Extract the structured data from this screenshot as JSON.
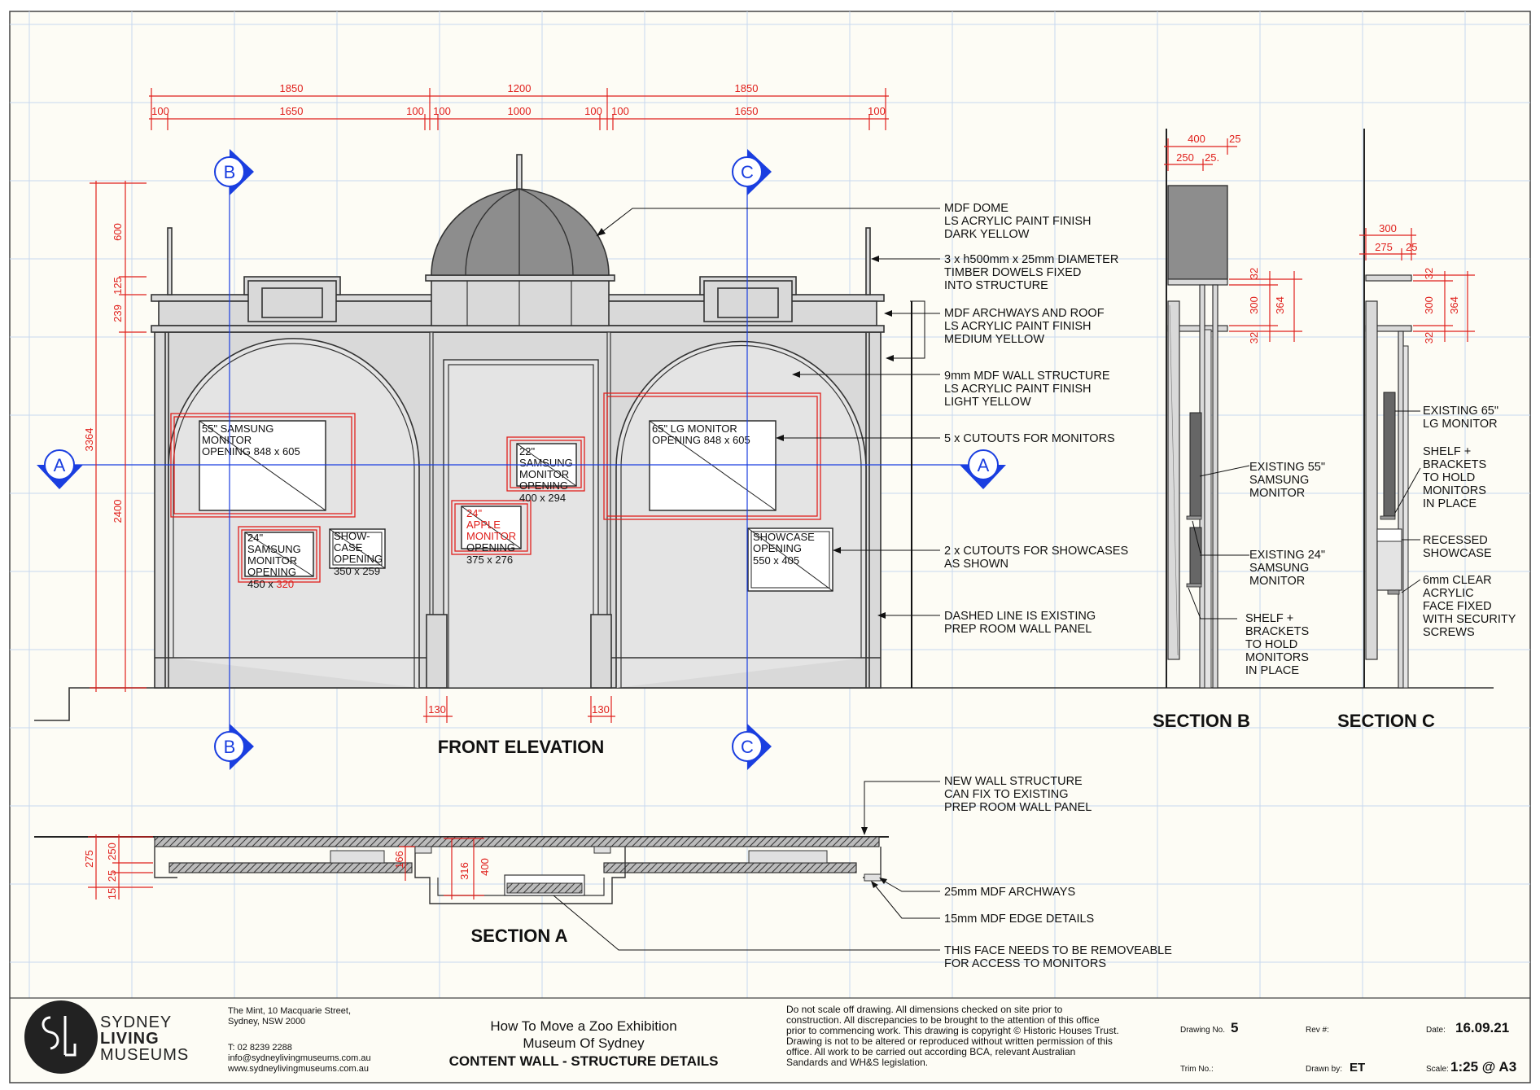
{
  "dimensions": {
    "top_row1": [
      "1850",
      "1200",
      "1850"
    ],
    "top_row2": [
      "100",
      "1650",
      "100",
      "100",
      "1000",
      "100",
      "100",
      "1650",
      "100"
    ],
    "left_outer": "3364",
    "left_inner": [
      "600",
      "125",
      "239",
      "2400"
    ],
    "bottom": [
      "130",
      "130"
    ],
    "section_b": [
      "400",
      "25",
      "250",
      "25.",
      "32",
      "300",
      "32",
      "364"
    ],
    "section_c": [
      "300",
      "275",
      "25",
      "32",
      "300",
      "32",
      "364"
    ],
    "section_a": [
      "275",
      "250",
      "25",
      "15",
      "166",
      "316",
      "400"
    ]
  },
  "grid_markers": {
    "a": "A",
    "b": "B",
    "c": "C"
  },
  "openings": {
    "o1": [
      "55\" SAMSUNG",
      "MONITOR",
      "OPENING 848 x 605"
    ],
    "o2": [
      "24\"",
      "SAMSUNG",
      "MONITOR",
      "OPENING"
    ],
    "o2_size_a": "450 x ",
    "o2_size_b": "320",
    "o3": [
      "SHOW-",
      "CASE",
      "OPENING",
      "350 x 259"
    ],
    "o4": [
      "22\"",
      "SAMSUNG",
      "MONITOR",
      "OPENING",
      "400 x 294"
    ],
    "o5": [
      "24\"",
      "APPLE",
      "MONITOR"
    ],
    "o5_b": [
      "OPENING",
      "375 x 276"
    ],
    "o6": [
      "65\" LG MONITOR",
      "OPENING 848 x 605"
    ],
    "o7": [
      "SHOWCASE",
      "OPENING",
      "550 x 405"
    ]
  },
  "notes": [
    [
      "MDF DOME",
      "LS ACRYLIC PAINT FINISH",
      "DARK YELLOW"
    ],
    [
      "3 x h500mm x 25mm DIAMETER",
      "TIMBER DOWELS FIXED",
      "INTO STRUCTURE"
    ],
    [
      "MDF ARCHWAYS AND ROOF",
      "LS ACRYLIC PAINT FINISH",
      "MEDIUM YELLOW"
    ],
    [
      "9mm MDF WALL STRUCTURE",
      "LS ACRYLIC PAINT FINISH",
      "LIGHT YELLOW"
    ],
    [
      "5 x CUTOUTS FOR MONITORS"
    ],
    [
      "2 x CUTOUTS FOR SHOWCASES",
      "AS SHOWN"
    ],
    [
      "DASHED LINE IS EXISTING",
      "PREP ROOM WALL PANEL"
    ]
  ],
  "section_b_notes": [
    [
      "EXISTING 55\"",
      "SAMSUNG",
      "MONITOR"
    ],
    [
      "EXISTING 24\"",
      "SAMSUNG",
      "MONITOR"
    ],
    [
      "SHELF +",
      "BRACKETS",
      "TO HOLD",
      "MONITORS",
      "IN PLACE"
    ]
  ],
  "section_c_notes": [
    [
      "EXISTING 65\"",
      "LG MONITOR"
    ],
    [
      "SHELF +",
      "BRACKETS",
      "TO HOLD",
      "MONITORS",
      "IN PLACE"
    ],
    [
      "RECESSED",
      "SHOWCASE"
    ],
    [
      "6mm CLEAR",
      "ACRYLIC",
      "FACE FIXED",
      "WITH SECURITY",
      "SCREWS"
    ]
  ],
  "section_a_notes": [
    [
      "NEW WALL STRUCTURE",
      "CAN FIX TO EXISTING",
      "PREP ROOM WALL PANEL"
    ],
    [
      "25mm MDF ARCHWAYS"
    ],
    [
      "15mm MDF EDGE DETAILS"
    ],
    [
      "THIS FACE NEEDS TO BE REMOVEABLE",
      "FOR ACCESS TO MONITORS"
    ]
  ],
  "titles": {
    "front": "FRONT ELEVATION",
    "sec_b": "SECTION B",
    "sec_c": "SECTION C",
    "sec_a": "SECTION A"
  },
  "title_block": {
    "logo": [
      "SYDNEY",
      "LIVING",
      "MUSEUMS"
    ],
    "address": [
      "The Mint, 10 Macquarie Street,",
      "Sydney, NSW 2000"
    ],
    "contact": [
      "T: 02 8239 2288",
      "info@sydneylivingmuseums.com.au",
      "www.sydneylivingmuseums.com.au"
    ],
    "project": [
      "How To Move a Zoo Exhibition",
      "Museum Of Sydney"
    ],
    "drawing_title": "CONTENT WALL - STRUCTURE DETAILS",
    "disclaimer": [
      "Do not scale off drawing. All dimensions checked on site prior to",
      "construction. All discrepancies to be brought to the attention of this office",
      "prior to commencing work. This drawing is copyright © Historic Houses Trust.",
      "Drawing is not to be altered or reproduced without written permission of this",
      "office. All work to be carried out according BCA, relevant Australian",
      "Sandards and WH&S legislation."
    ],
    "drawing_no_label": "Drawing No.",
    "drawing_no": "5",
    "rev_label": "Rev #:",
    "date_label": "Date:",
    "date": "16.09.21",
    "trim_label": "Trim No.:",
    "drawn_label": "Drawn by:",
    "drawn_by": "ET",
    "scale_label": "Scale:",
    "scale": "1:25 @ A3"
  }
}
